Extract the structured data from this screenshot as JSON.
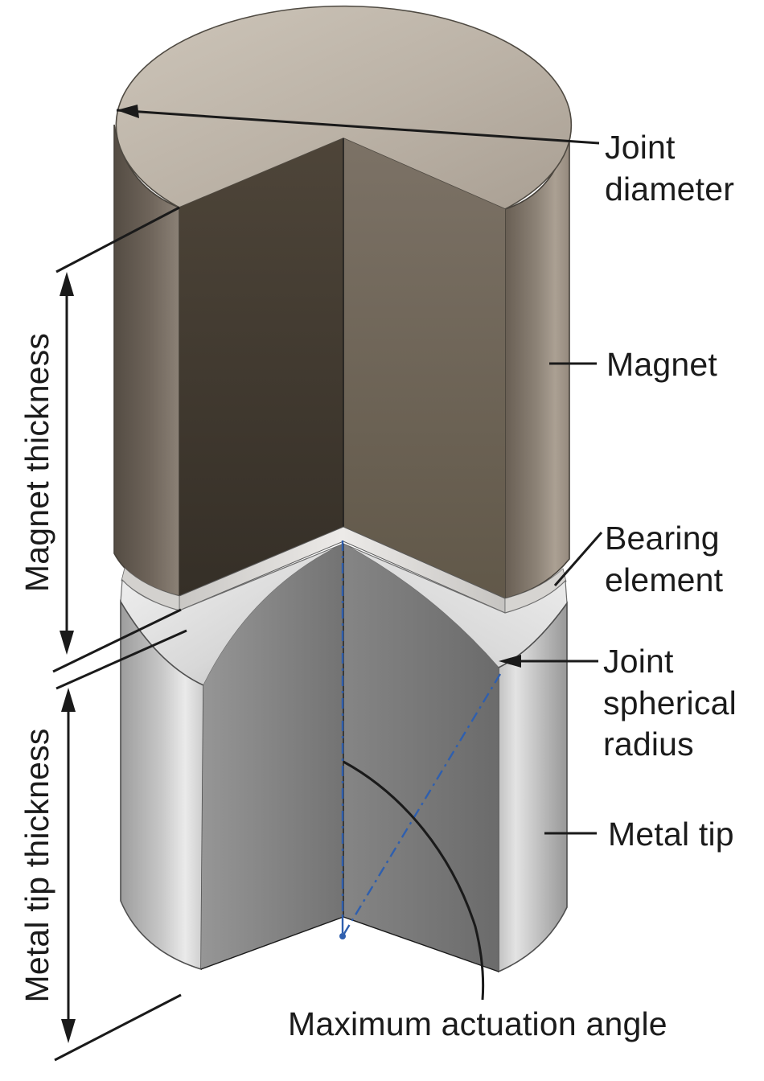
{
  "diagram": {
    "type": "engineering-cutaway-illustration",
    "subject": "Magnetic ball-joint actuator: cutaway of magnet over metal tip with bearing element",
    "labels": {
      "joint_diameter": "Joint diameter",
      "magnet": "Magnet",
      "bearing_element": "Bearing element",
      "joint_spherical_radius": "Joint spherical radius",
      "metal_tip": "Metal tip",
      "max_actuation_angle": "Maximum actuation angle",
      "magnet_thickness": "Magnet thickness",
      "metal_tip_thickness": "Metal tip thickness"
    },
    "colors": {
      "background": "#ffffff",
      "annotation_black": "#1a1a1a",
      "axis_blue": "#2f5fae",
      "magnet_top_face": "#bdb4a8",
      "magnet_side": "#7b7166",
      "magnet_cut_face_dark": "#453d34",
      "magnet_cut_face_light": "#6f6559",
      "bearing_silver": "#d8d6d3",
      "metal_tip_silver": "#c9c9c9",
      "metal_tip_cut_face": "#7d7d7d"
    }
  }
}
